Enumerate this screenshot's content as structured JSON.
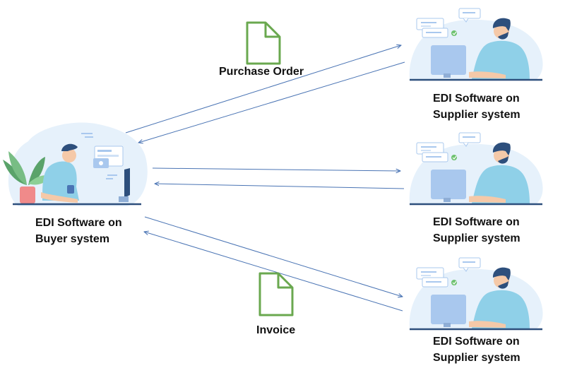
{
  "buyer": {
    "label_line1": "EDI Software on",
    "label_line2": "Buyer system"
  },
  "suppliers": [
    {
      "label_line1": "EDI Software on",
      "label_line2": "Supplier system"
    },
    {
      "label_line1": "EDI Software on",
      "label_line2": "Supplier system"
    },
    {
      "label_line1": "EDI Software on",
      "label_line2": "Supplier system"
    }
  ],
  "documents": {
    "purchase_order": "Purchase Order",
    "invoice": "Invoice"
  },
  "colors": {
    "arrow": "#4a74b4",
    "document": "#6aa84f",
    "blob": "#e3f0fb",
    "shirt": "#8fd0e8",
    "hair": "#2d4f7c",
    "monitor": "#a9c8ee",
    "check": "#6ec26f"
  }
}
